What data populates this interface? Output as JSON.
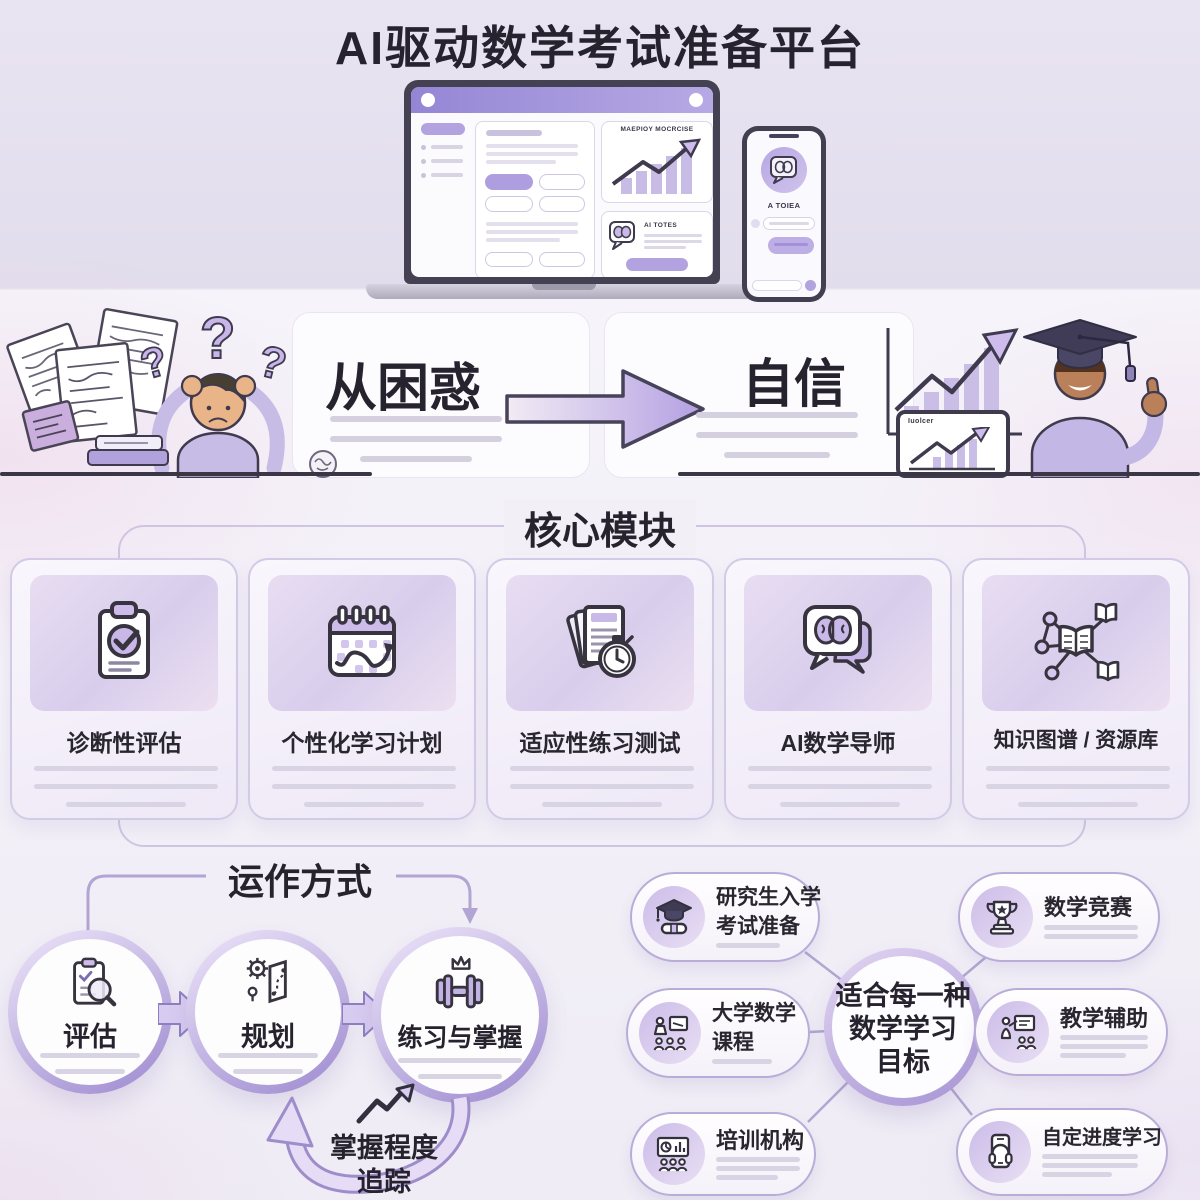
{
  "title": "AI驱动数学考试准备平台",
  "hero": {
    "laptop_chart_title": "MAEPIOY MOCRCISE",
    "laptop_tutor_title": "AI TOTES",
    "phone_tutor_title": "A TOIEA"
  },
  "transformation": {
    "from_label": "从困惑",
    "to_label": "自信",
    "tablet_title": "Iuolcer"
  },
  "core_modules": {
    "heading": "核心模块",
    "cards": [
      {
        "label": "诊断性评估",
        "icon": "clipboard-check-icon"
      },
      {
        "label": "个性化学习计划",
        "icon": "calendar-route-icon"
      },
      {
        "label": "适应性练习测试",
        "icon": "papers-stopwatch-icon"
      },
      {
        "label": "AI数学导师",
        "icon": "brain-chat-icon"
      },
      {
        "label": "知识图谱 / 资源库",
        "icon": "knowledge-graph-icon"
      }
    ]
  },
  "how_it_works": {
    "heading": "运作方式",
    "steps": [
      {
        "label": "评估",
        "icon": "clipboard-magnifier-icon"
      },
      {
        "label": "规划",
        "icon": "gear-map-icon"
      },
      {
        "label": "练习与掌握",
        "icon": "dumbbell-crown-icon"
      }
    ],
    "feedback": {
      "line1": "掌握程度",
      "line2": "追踪",
      "icon": "trend-up-icon"
    }
  },
  "goals": {
    "center": {
      "line1": "适合每一种",
      "line2": "数学学习",
      "line3": "目标"
    },
    "items": [
      {
        "line1": "研究生入学",
        "line2": "考试准备",
        "icon": "graduation-diploma-icon"
      },
      {
        "line1": "数学竞赛",
        "line2": "",
        "icon": "trophy-icon"
      },
      {
        "line1": "大学数学",
        "line2": "课程",
        "icon": "lecture-icon"
      },
      {
        "line1": "教学辅助",
        "line2": "",
        "icon": "teacher-whiteboard-icon"
      },
      {
        "line1": "培训机构",
        "line2": "",
        "icon": "analytics-training-icon"
      },
      {
        "line1": "自定进度学习",
        "line2": "",
        "icon": "phone-headphones-icon"
      }
    ]
  },
  "colors": {
    "accent_purple": "#8f7bd0",
    "light_purple": "#cdbce9",
    "ink": "#2a2734",
    "line_gray": "#d7d2e0"
  }
}
